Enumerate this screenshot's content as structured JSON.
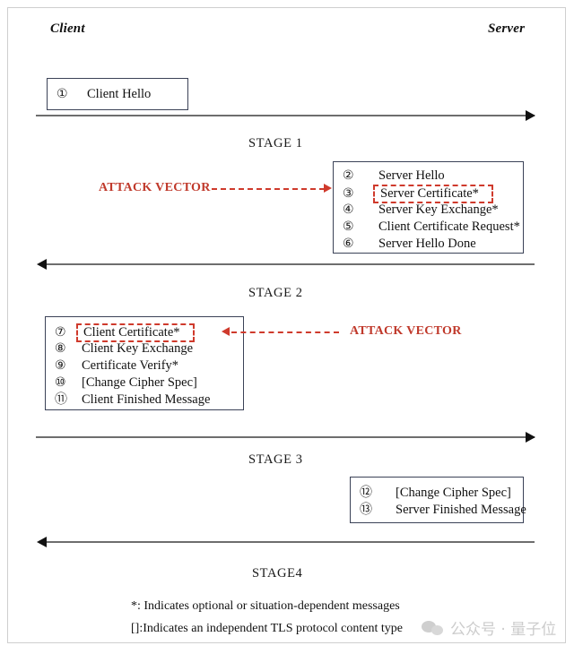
{
  "diagram": {
    "title": "TLS Handshake Attack Vectors",
    "roles": {
      "client": "Client",
      "server": "Server"
    },
    "accent_red": "#c0392b",
    "box_border": "#3b4257",
    "line_color": "#6e6e6e"
  },
  "boxes": {
    "client_hello": {
      "owner": "client",
      "rows": [
        {
          "num": "①",
          "text": "Client Hello",
          "highlight": false
        }
      ]
    },
    "server_stage1": {
      "owner": "server",
      "rows": [
        {
          "num": "②",
          "text": "Server Hello",
          "highlight": false
        },
        {
          "num": "③",
          "text": "Server Certificate*",
          "highlight": true
        },
        {
          "num": "④",
          "text": "Server Key Exchange*",
          "highlight": false
        },
        {
          "num": "⑤",
          "text": "Client Certificate Request*",
          "highlight": false
        },
        {
          "num": "⑥",
          "text": "Server Hello Done",
          "highlight": false
        }
      ]
    },
    "client_stage2": {
      "owner": "client",
      "rows": [
        {
          "num": "⑦",
          "text": "Client Certificate*",
          "highlight": true
        },
        {
          "num": "⑧",
          "text": "Client Key Exchange",
          "highlight": false
        },
        {
          "num": "⑨",
          "text": "Certificate Verify*",
          "highlight": false
        },
        {
          "num": "⑩",
          "text": "[Change Cipher Spec]",
          "highlight": false
        },
        {
          "num": "⑪",
          "text": "Client Finished Message",
          "highlight": false
        }
      ]
    },
    "server_stage3": {
      "owner": "server",
      "rows": [
        {
          "num": "⑫",
          "text": "[Change Cipher Spec]",
          "highlight": false
        },
        {
          "num": "⑬",
          "text": "Server Finished Message",
          "highlight": false
        }
      ]
    }
  },
  "stages": [
    {
      "label": "STAGE 1"
    },
    {
      "label": "STAGE 2"
    },
    {
      "label": "STAGE 3"
    },
    {
      "label": "STAGE4"
    }
  ],
  "attacks": [
    {
      "label": "ATTACK VECTOR",
      "direction": "right",
      "target": "Server Certificate*"
    },
    {
      "label": "ATTACK VECTOR",
      "direction": "left",
      "target": "Client Certificate*"
    }
  ],
  "legend": [
    "*: Indicates optional or situation-dependent messages",
    "[]:Indicates an independent TLS protocol content type"
  ],
  "watermark": {
    "icon": "wechat-icon",
    "text": "公众号 · 量子位"
  }
}
